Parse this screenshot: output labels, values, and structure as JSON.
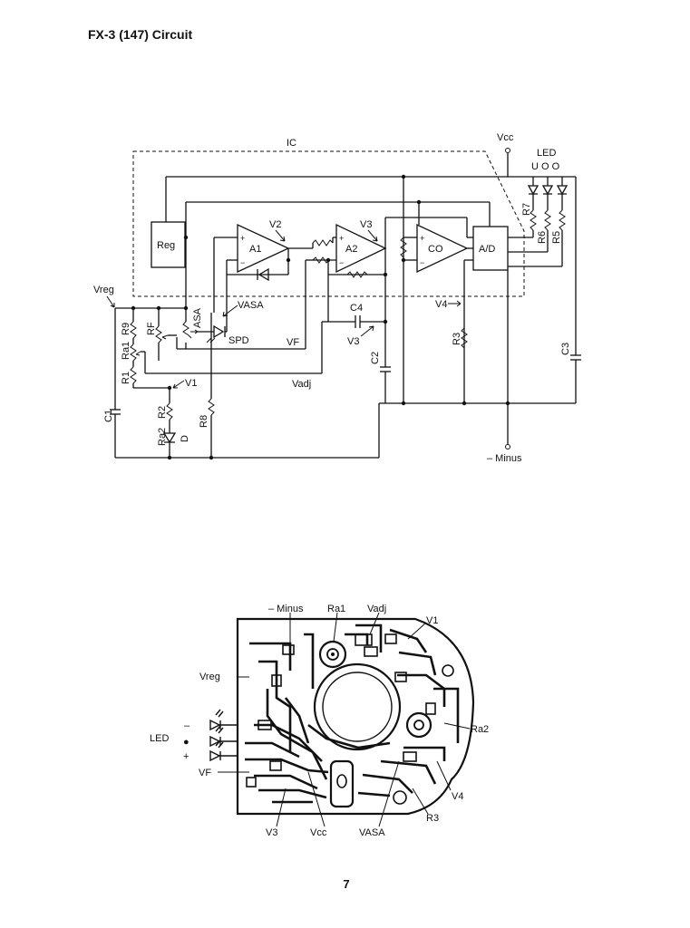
{
  "page": {
    "title": "FX-3 (147) Circuit",
    "page_number": "7"
  },
  "schematic": {
    "ic": "IC",
    "vcc": "Vcc",
    "led": "LED",
    "led_marks": "U O O",
    "reg": "Reg",
    "a1": "A1",
    "a2": "A2",
    "co": "CO",
    "ad": "A/D",
    "v2": "V2",
    "v3_top": "V3",
    "v3_mid": "V3",
    "v4": "V4",
    "vreg": "Vreg",
    "vasa": "VASA",
    "asa": "ASA",
    "spd": "SPD",
    "vf": "VF",
    "vadj": "Vadj",
    "v1": "V1",
    "c1": "C1",
    "c2": "C2",
    "c3": "C3",
    "c4": "C4",
    "r1": "R1",
    "r2": "R2",
    "r3": "R3",
    "r5": "R5",
    "r6": "R6",
    "r7": "R7",
    "r8": "R8",
    "r9": "R9",
    "ra1": "Ra1",
    "ra2": "Ra2",
    "rf": "RF",
    "d": "D",
    "minus": "– Minus"
  },
  "pcb": {
    "minus": "– Minus",
    "ra1": "Ra1",
    "vadj": "Vadj",
    "v1": "V1",
    "vreg": "Vreg",
    "led": "LED",
    "led_minus": "–",
    "led_dot": "●",
    "led_plus": "+",
    "ra2": "Ra2",
    "vf": "VF",
    "v4": "V4",
    "r3": "R3",
    "v3": "V3",
    "vcc": "Vcc",
    "vasa": "VASA"
  }
}
